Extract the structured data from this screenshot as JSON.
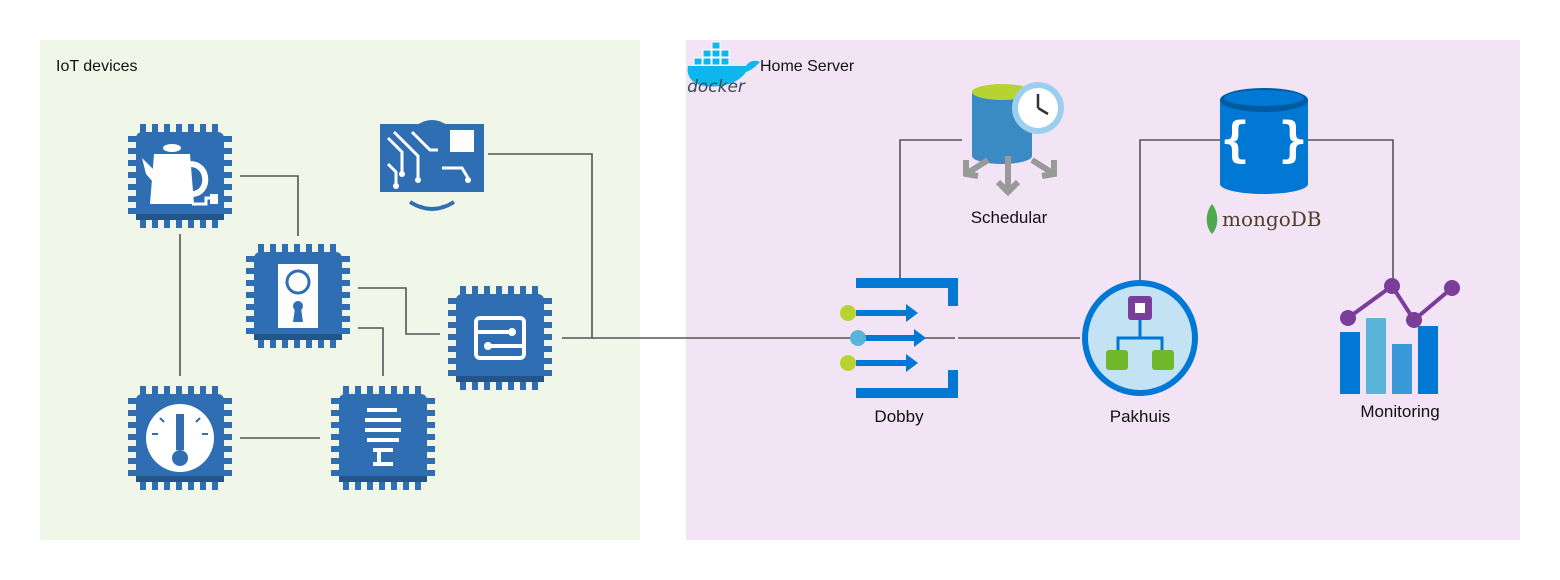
{
  "panels": {
    "iot": {
      "title": "IoT devices"
    },
    "home": {
      "title": "Home Server",
      "docker_logo": "docker"
    }
  },
  "nodes": {
    "scheduler": {
      "label": "Schedular",
      "icon": "scheduler-clock-icon"
    },
    "dobby": {
      "label": "Dobby",
      "icon": "event-hub-icon"
    },
    "pakhuis": {
      "label": "Pakhuis",
      "icon": "logic-app-icon"
    },
    "monitoring": {
      "label": "Monitoring",
      "icon": "monitoring-chart-icon"
    },
    "database": {
      "icon": "json-database-icon",
      "logo_text": "mongoDB"
    }
  },
  "devices": [
    {
      "name": "kettle-chip",
      "icon": "kettle-icon"
    },
    {
      "name": "door-lock-chip",
      "icon": "keyhole-icon"
    },
    {
      "name": "rf-board",
      "icon": "wireless-circuit-icon"
    },
    {
      "name": "gateway-chip",
      "icon": "switch-icon"
    },
    {
      "name": "thermostat-chip",
      "icon": "thermometer-icon"
    },
    {
      "name": "lamp-chip",
      "icon": "bulb-icon"
    }
  ],
  "colors": {
    "iot_panel": "#f0f6e8",
    "home_panel": "#f2e4f5",
    "chip_blue": "#2f6eb3",
    "azure_blue": "#0078d4",
    "lime": "#b7d332",
    "purple": "#7a3d9a"
  }
}
